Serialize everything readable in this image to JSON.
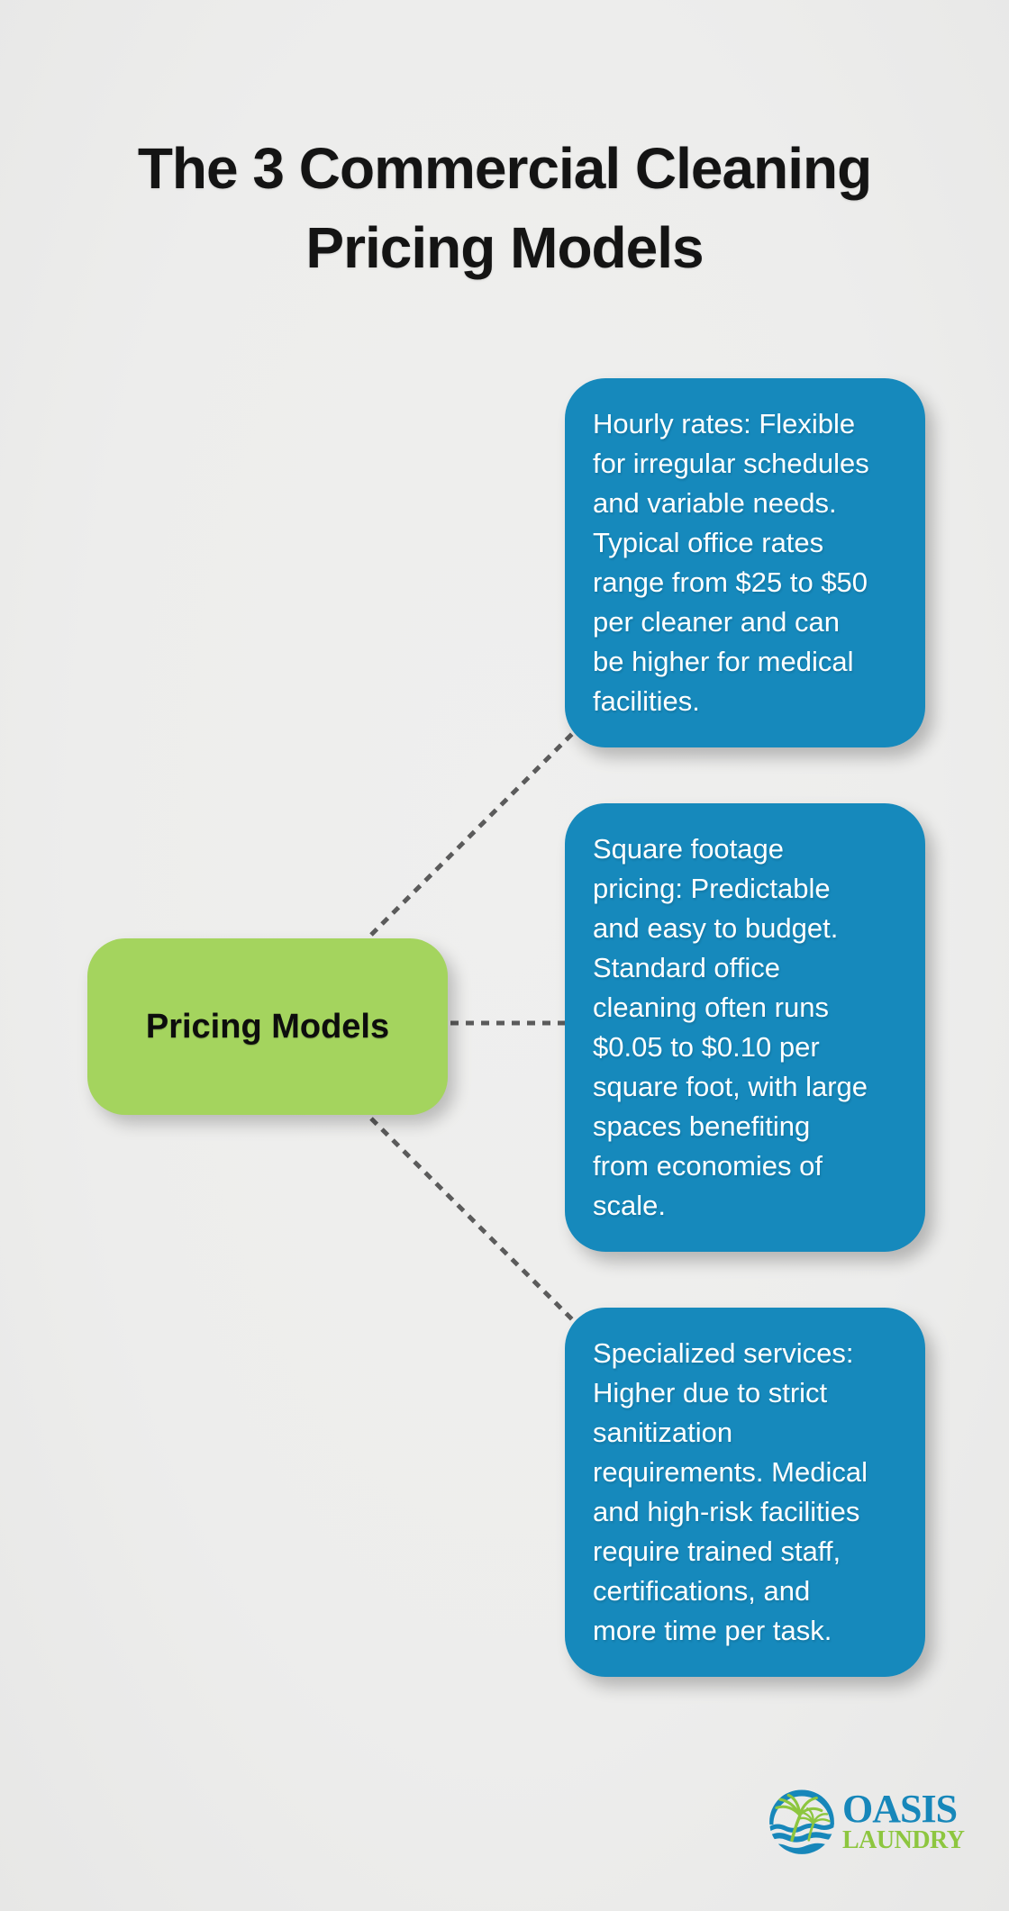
{
  "title": "The 3 Commercial Cleaning\nPricing Models",
  "center": {
    "label": "Pricing Models"
  },
  "cards": [
    {
      "name": "hourly-rates",
      "text": "Hourly rates: Flexible\nfor irregular schedules\nand variable needs.\nTypical office rates\nrange from $25 to $50\nper cleaner and can\nbe higher for medical\nfacilities."
    },
    {
      "name": "square-footage-pricing",
      "text": "Square footage\npricing: Predictable\nand easy to budget.\nStandard office\ncleaning often runs\n$0.05 to $0.10 per\nsquare foot, with large\nspaces benefiting\nfrom economies of\nscale."
    },
    {
      "name": "specialized-services",
      "text": "Specialized services:\nHigher due to strict\nsanitization\nrequirements. Medical\nand high-risk facilities\nrequire trained staff,\ncertifications, and\nmore time per task."
    }
  ],
  "logo": {
    "name": "OASIS",
    "sub": "LAUNDRY"
  },
  "colors": {
    "card_blue": "#1689bc",
    "node_green": "#a4d45e",
    "connector_gray": "#5b5b5b",
    "logo_blue": "#1787ba",
    "logo_green": "#8dc63f",
    "background": "#ededed",
    "title_black": "#141414"
  }
}
